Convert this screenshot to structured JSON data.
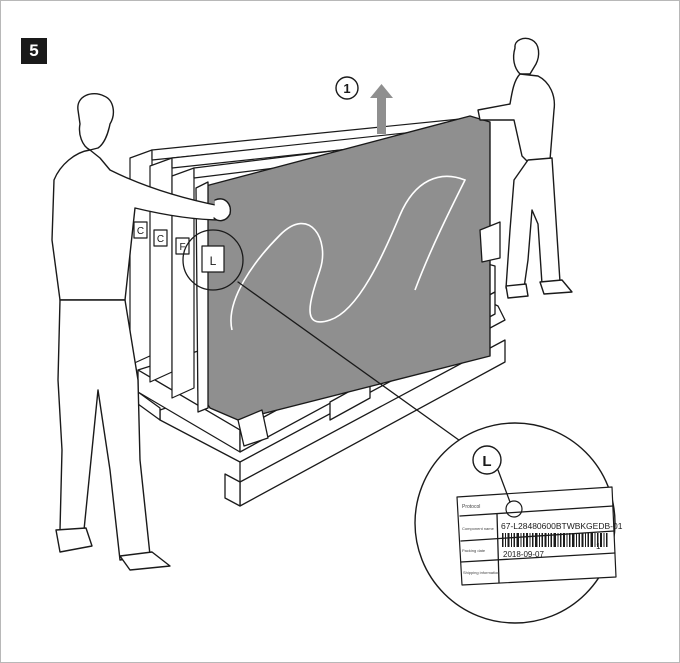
{
  "step": {
    "number": "5"
  },
  "arrow_callout": {
    "number": "1"
  },
  "box_letters": [
    "C",
    "C",
    "F",
    "L"
  ],
  "magnifier": {
    "callout_letter": "L",
    "label": {
      "header_left": "Protocol",
      "field1_label": "Component name",
      "code": "67-L28480600BTWBKGEDB-01",
      "field2_label": "Packing date",
      "date": "2018-09-07",
      "qty": "1",
      "footer_label": "Shipping information"
    }
  },
  "colors": {
    "tv_film": "#8f8f8f",
    "ink": "#1a1a1a",
    "step_badge": "#1a1a1a"
  }
}
